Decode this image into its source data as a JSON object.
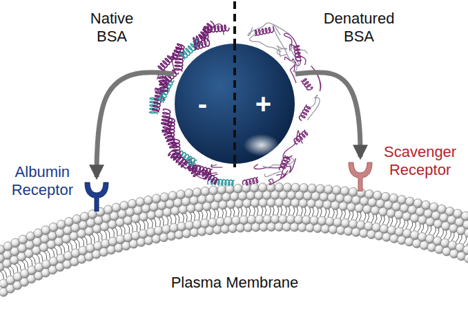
{
  "diagram": {
    "nodes": [
      {
        "text": [
          "-",
          "+"
        ]
      },
      {
        "text": [
          "Albumin Receptor"
        ]
      },
      {
        "text": [
          "Scavenger Receptor"
        ]
      },
      {
        "text": [
          "Plasma Membrane"
        ]
      }
    ],
    "edges": [
      {
        "from": 0,
        "to": 1,
        "arrow": "to"
      },
      {
        "from": 0,
        "to": 2,
        "arrow": "to"
      }
    ],
    "labels": [
      "Native BSA",
      "Denatured BSA"
    ]
  }
}
